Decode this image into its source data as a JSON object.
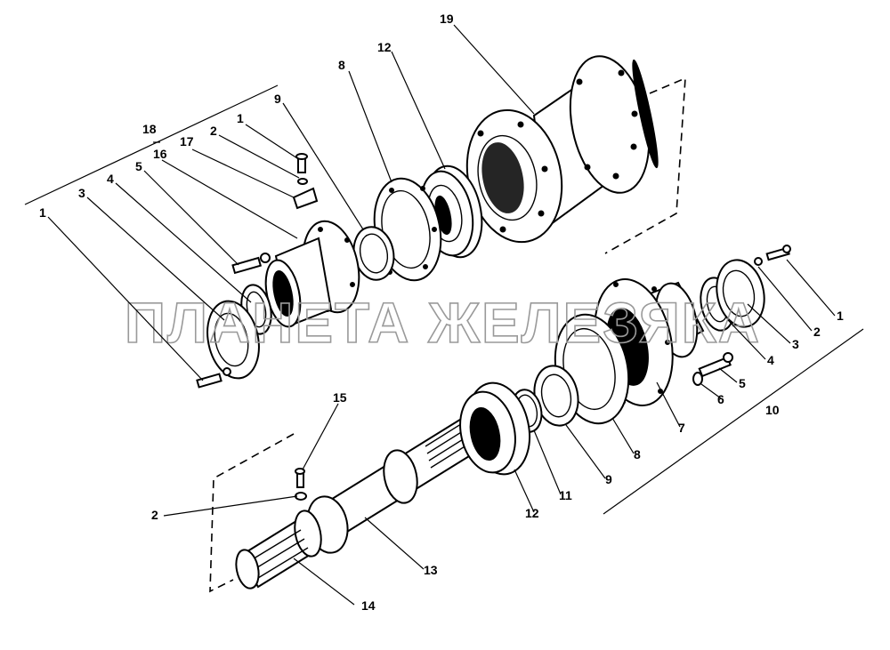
{
  "watermark": "ПЛАНЕТА ЖЕЛЕЗЯКА",
  "callouts": {
    "c19": "19",
    "c12_top": "12",
    "c8_top": "8",
    "c9_top": "9",
    "c18": "18",
    "c1_top": "1",
    "c2_top": "2",
    "c17": "17",
    "c16": "16",
    "c5_left": "5",
    "c4_left": "4",
    "c3_left": "3",
    "c1_left": "1",
    "c1_right": "1",
    "c2_right": "2",
    "c3_right": "3",
    "c4_right": "4",
    "c5_right": "5",
    "c6": "6",
    "c10": "10",
    "c7": "7",
    "c8_bottom": "8",
    "c9_bottom": "9",
    "c11": "11",
    "c12_bottom": "12",
    "c13": "13",
    "c14": "14",
    "c15": "15",
    "c2_bottom": "2"
  }
}
